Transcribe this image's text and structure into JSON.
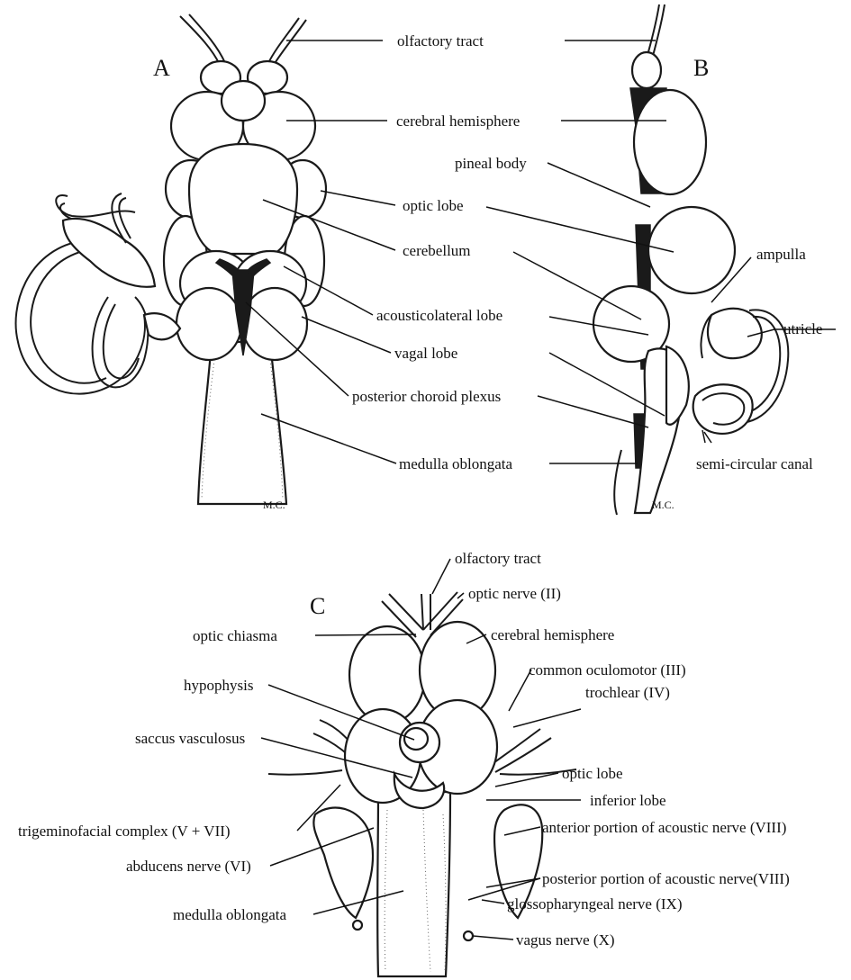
{
  "panels": {
    "a": "A",
    "b": "B",
    "c": "C"
  },
  "signatures": {
    "a": "M.C.",
    "b": "M.C."
  },
  "labels_ab": {
    "olfactory_tract": "olfactory tract",
    "cerebral_hemisphere": "cerebral hemisphere",
    "pineal_body": "pineal body",
    "optic_lobe": "optic lobe",
    "cerebellum": "cerebellum",
    "ampulla": "ampulla",
    "acousticolateral_lobe": "acousticolateral lobe",
    "utricle": "utricle",
    "vagal_lobe": "vagal lobe",
    "posterior_choroid_plexus": "posterior choroid plexus",
    "medulla_oblongata": "medulla oblongata",
    "semi_circular_canal": "semi-circular canal"
  },
  "labels_c": {
    "olfactory_tract": "olfactory tract",
    "optic_nerve": "optic nerve (II)",
    "optic_chiasma": "optic chiasma",
    "cerebral_hemisphere": "cerebral hemisphere",
    "common_oculomotor": "common oculomotor (III)",
    "hypophysis": "hypophysis",
    "trochlear": "trochlear (IV)",
    "saccus_vasculosus": "saccus vasculosus",
    "optic_lobe": "optic lobe",
    "inferior_lobe": "inferior lobe",
    "trigeminofacial_complex": "trigeminofacial complex (V + VII)",
    "anterior_acoustic": "anterior portion of acoustic nerve (VIII)",
    "abducens_nerve": "abducens nerve (VI)",
    "posterior_acoustic": "posterior portion of acoustic nerve(VIII)",
    "glossopharyngeal": "glossopharyngeal nerve (IX)",
    "medulla_oblongata": "medulla oblongata",
    "vagus_nerve": "vagus nerve (X)"
  }
}
